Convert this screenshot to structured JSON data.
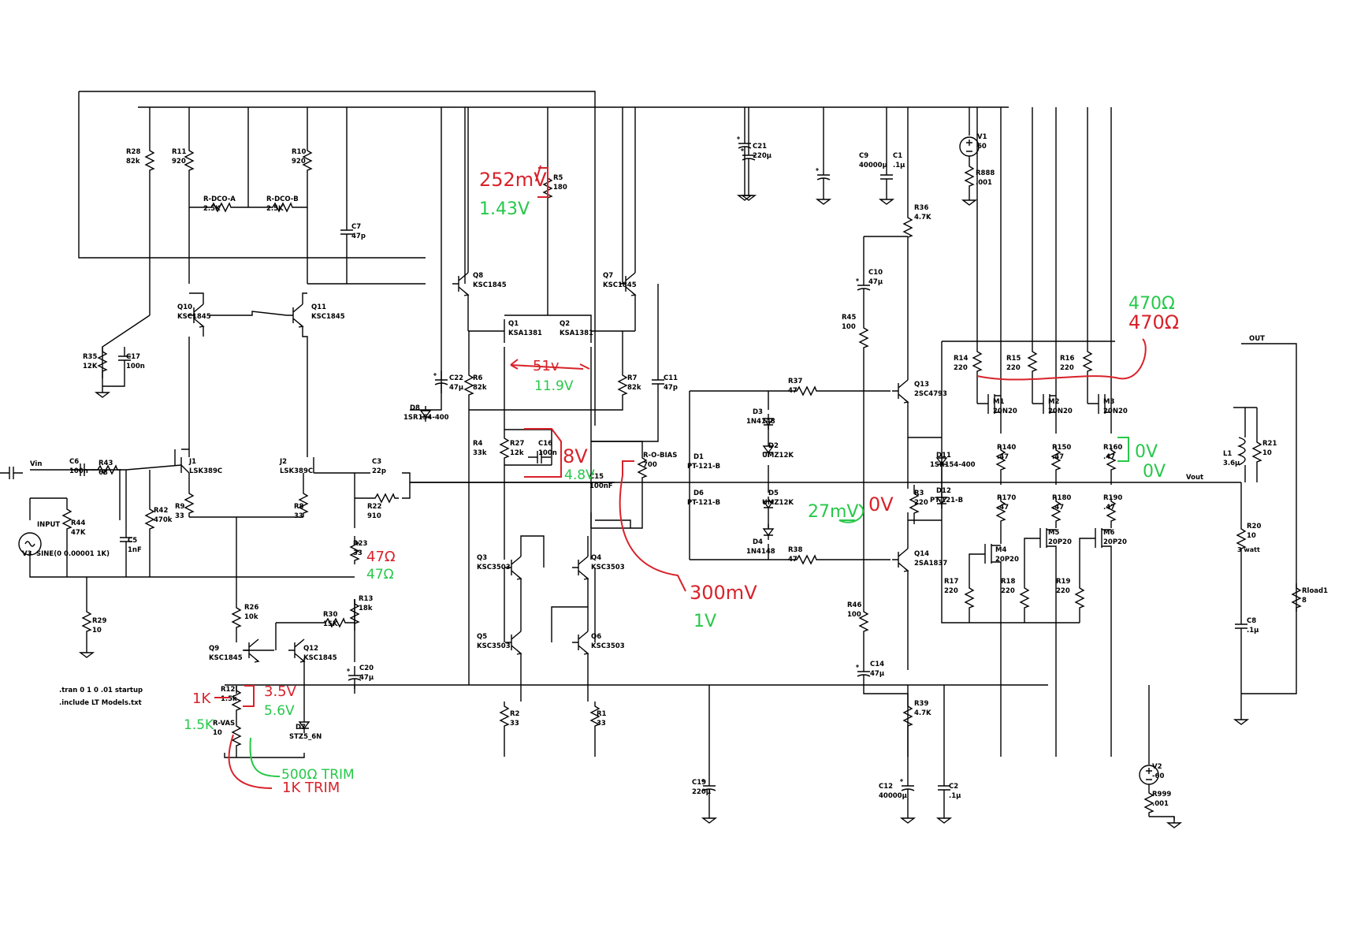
{
  "net": {
    "vin": "Vin",
    "vout": "Vout",
    "out": "OUT"
  },
  "directives": [
    ".tran 0 1 0 .01 startup",
    ".include LT Models.txt"
  ],
  "resistors": [
    {
      "ref": "R28",
      "val": "82k"
    },
    {
      "ref": "R11",
      "val": "920"
    },
    {
      "ref": "R10",
      "val": "920"
    },
    {
      "ref": "R-DCO-A",
      "val": "2.5K"
    },
    {
      "ref": "R-DCO-B",
      "val": "2.5K"
    },
    {
      "ref": "R35",
      "val": "12K"
    },
    {
      "ref": "R43",
      "val": "68"
    },
    {
      "ref": "R44",
      "val": "47K"
    },
    {
      "ref": "R42",
      "val": "470k"
    },
    {
      "ref": "R9",
      "val": "33"
    },
    {
      "ref": "R8",
      "val": "33"
    },
    {
      "ref": "R22",
      "val": "910"
    },
    {
      "ref": "R23",
      "val": "33"
    },
    {
      "ref": "R29",
      "val": "10"
    },
    {
      "ref": "R26",
      "val": "10k"
    },
    {
      "ref": "R30",
      "val": "15K"
    },
    {
      "ref": "R13",
      "val": "18k"
    },
    {
      "ref": "R12",
      "val": "1.5k"
    },
    {
      "ref": "R-VAS",
      "val": "10"
    },
    {
      "ref": "R5",
      "val": "180"
    },
    {
      "ref": "R6",
      "val": "82k"
    },
    {
      "ref": "R7",
      "val": "82k"
    },
    {
      "ref": "R4",
      "val": "33k"
    },
    {
      "ref": "R27",
      "val": "12k"
    },
    {
      "ref": "R2",
      "val": "33"
    },
    {
      "ref": "R1",
      "val": "33"
    },
    {
      "ref": "R-O-BIAS",
      "val": "700"
    },
    {
      "ref": "R37",
      "val": "47"
    },
    {
      "ref": "R38",
      "val": "47"
    },
    {
      "ref": "R36",
      "val": "4.7K"
    },
    {
      "ref": "R45",
      "val": "100"
    },
    {
      "ref": "R3",
      "val": "220"
    },
    {
      "ref": "R46",
      "val": "100"
    },
    {
      "ref": "R39",
      "val": "4.7K"
    },
    {
      "ref": "R888",
      "val": ".001"
    },
    {
      "ref": "R14",
      "val": "220"
    },
    {
      "ref": "R15",
      "val": "220"
    },
    {
      "ref": "R16",
      "val": "220"
    },
    {
      "ref": "R140",
      "val": ".47"
    },
    {
      "ref": "R150",
      "val": ".47"
    },
    {
      "ref": "R160",
      "val": ".47"
    },
    {
      "ref": "R170",
      "val": ".47"
    },
    {
      "ref": "R180",
      "val": ".47"
    },
    {
      "ref": "R190",
      "val": ".47"
    },
    {
      "ref": "R17",
      "val": "220"
    },
    {
      "ref": "R18",
      "val": "220"
    },
    {
      "ref": "R19",
      "val": "220"
    },
    {
      "ref": "R21",
      "val": "10"
    },
    {
      "ref": "R20",
      "val": "10"
    },
    {
      "ref": "Rload1",
      "val": "8"
    },
    {
      "ref": "R999",
      "val": ".001"
    }
  ],
  "capacitors": [
    {
      "ref": "C17",
      "val": "100n"
    },
    {
      "ref": "C6",
      "val": "100n"
    },
    {
      "ref": "C5",
      "val": "1nF"
    },
    {
      "ref": "C7",
      "val": "47p"
    },
    {
      "ref": "C3",
      "val": "22p"
    },
    {
      "ref": "C20",
      "val": "47µ"
    },
    {
      "ref": "C22",
      "val": "47µ"
    },
    {
      "ref": "C16",
      "val": "100n"
    },
    {
      "ref": "C15",
      "val": "100nF"
    },
    {
      "ref": "C11",
      "val": "47p"
    },
    {
      "ref": "C21",
      "val": "220µ"
    },
    {
      "ref": "C19",
      "val": "220µ"
    },
    {
      "ref": "C9",
      "val": "40000µ"
    },
    {
      "ref": "C1",
      "val": ".1µ"
    },
    {
      "ref": "C10",
      "val": "47µ"
    },
    {
      "ref": "C14",
      "val": "47µ"
    },
    {
      "ref": "C12",
      "val": "40000µ"
    },
    {
      "ref": "C2",
      "val": ".1µ"
    },
    {
      "ref": "C8",
      "val": ".1µ"
    }
  ],
  "transistors": [
    {
      "ref": "Q10",
      "part": "KSC1845"
    },
    {
      "ref": "Q11",
      "part": "KSC1845"
    },
    {
      "ref": "J1",
      "part": "LSK389C"
    },
    {
      "ref": "J2",
      "part": "LSK389C"
    },
    {
      "ref": "Q9",
      "part": "KSC1845"
    },
    {
      "ref": "Q12",
      "part": "KSC1845"
    },
    {
      "ref": "Q8",
      "part": "KSC1845"
    },
    {
      "ref": "Q7",
      "part": "KSC1845"
    },
    {
      "ref": "Q1",
      "part": "KSA1381"
    },
    {
      "ref": "Q2",
      "part": "KSA1381"
    },
    {
      "ref": "Q3",
      "part": "KSC3503"
    },
    {
      "ref": "Q4",
      "part": "KSC3503"
    },
    {
      "ref": "Q5",
      "part": "KSC3503"
    },
    {
      "ref": "Q6",
      "part": "KSC3503"
    },
    {
      "ref": "Q13",
      "part": "2SC4793"
    },
    {
      "ref": "Q14",
      "part": "2SA1837"
    },
    {
      "ref": "M1",
      "part": "20N20"
    },
    {
      "ref": "M2",
      "part": "20N20"
    },
    {
      "ref": "M3",
      "part": "20N20"
    },
    {
      "ref": "M4",
      "part": "20P20"
    },
    {
      "ref": "M5",
      "part": "20P20"
    },
    {
      "ref": "M6",
      "part": "20P20"
    }
  ],
  "diodes": [
    {
      "ref": "D8",
      "part": "1SR154-400"
    },
    {
      "ref": "D7",
      "part": "STZ5_6N"
    },
    {
      "ref": "D1",
      "part": "PT-121-B"
    },
    {
      "ref": "D6",
      "part": "PT-121-B"
    },
    {
      "ref": "D3",
      "part": "1N4148"
    },
    {
      "ref": "D2",
      "part": "UMZ12K"
    },
    {
      "ref": "D5",
      "part": "UMZ12K"
    },
    {
      "ref": "D4",
      "part": "1N4148"
    },
    {
      "ref": "D11",
      "part": "1SR154-400"
    },
    {
      "ref": "D12",
      "part": "PT-121-B"
    }
  ],
  "sources": [
    {
      "ref": "V3",
      "name": "INPUT",
      "val": "SINE(0 0.00001 1K)"
    },
    {
      "ref": "V1",
      "val": "60"
    },
    {
      "ref": "V2",
      "val": "-60"
    }
  ],
  "inductor": {
    "ref": "L1",
    "val": "3.6µ"
  },
  "r20_note": "3 watt",
  "annotations": {
    "r5_red": "252mV",
    "r5_green": "1.43V",
    "q1q2_red": "51v",
    "q1q2_green": "11.9V",
    "c16_red": "8V",
    "c16_green": "4.8V",
    "bias_red": "300mV",
    "bias_green": "1V",
    "r3_red": "0V",
    "r3_green": "27mV",
    "r14_red": "470Ω",
    "r14_green": "470Ω",
    "r160_green_1": "0V",
    "r160_green_2": "0V",
    "r23_red": "47Ω",
    "r23_green": "47Ω",
    "r12_red_a": "1K",
    "r12_red_b": "3.5V",
    "r12_green_a": "1.5K",
    "r12_green_b": "5.6V",
    "rvas_green": "500Ω TRIM",
    "rvas_red": "1K TRIM"
  },
  "colors": {
    "wire": "#000000",
    "red_ink": "#d8222a",
    "green_ink": "#27c84a"
  }
}
